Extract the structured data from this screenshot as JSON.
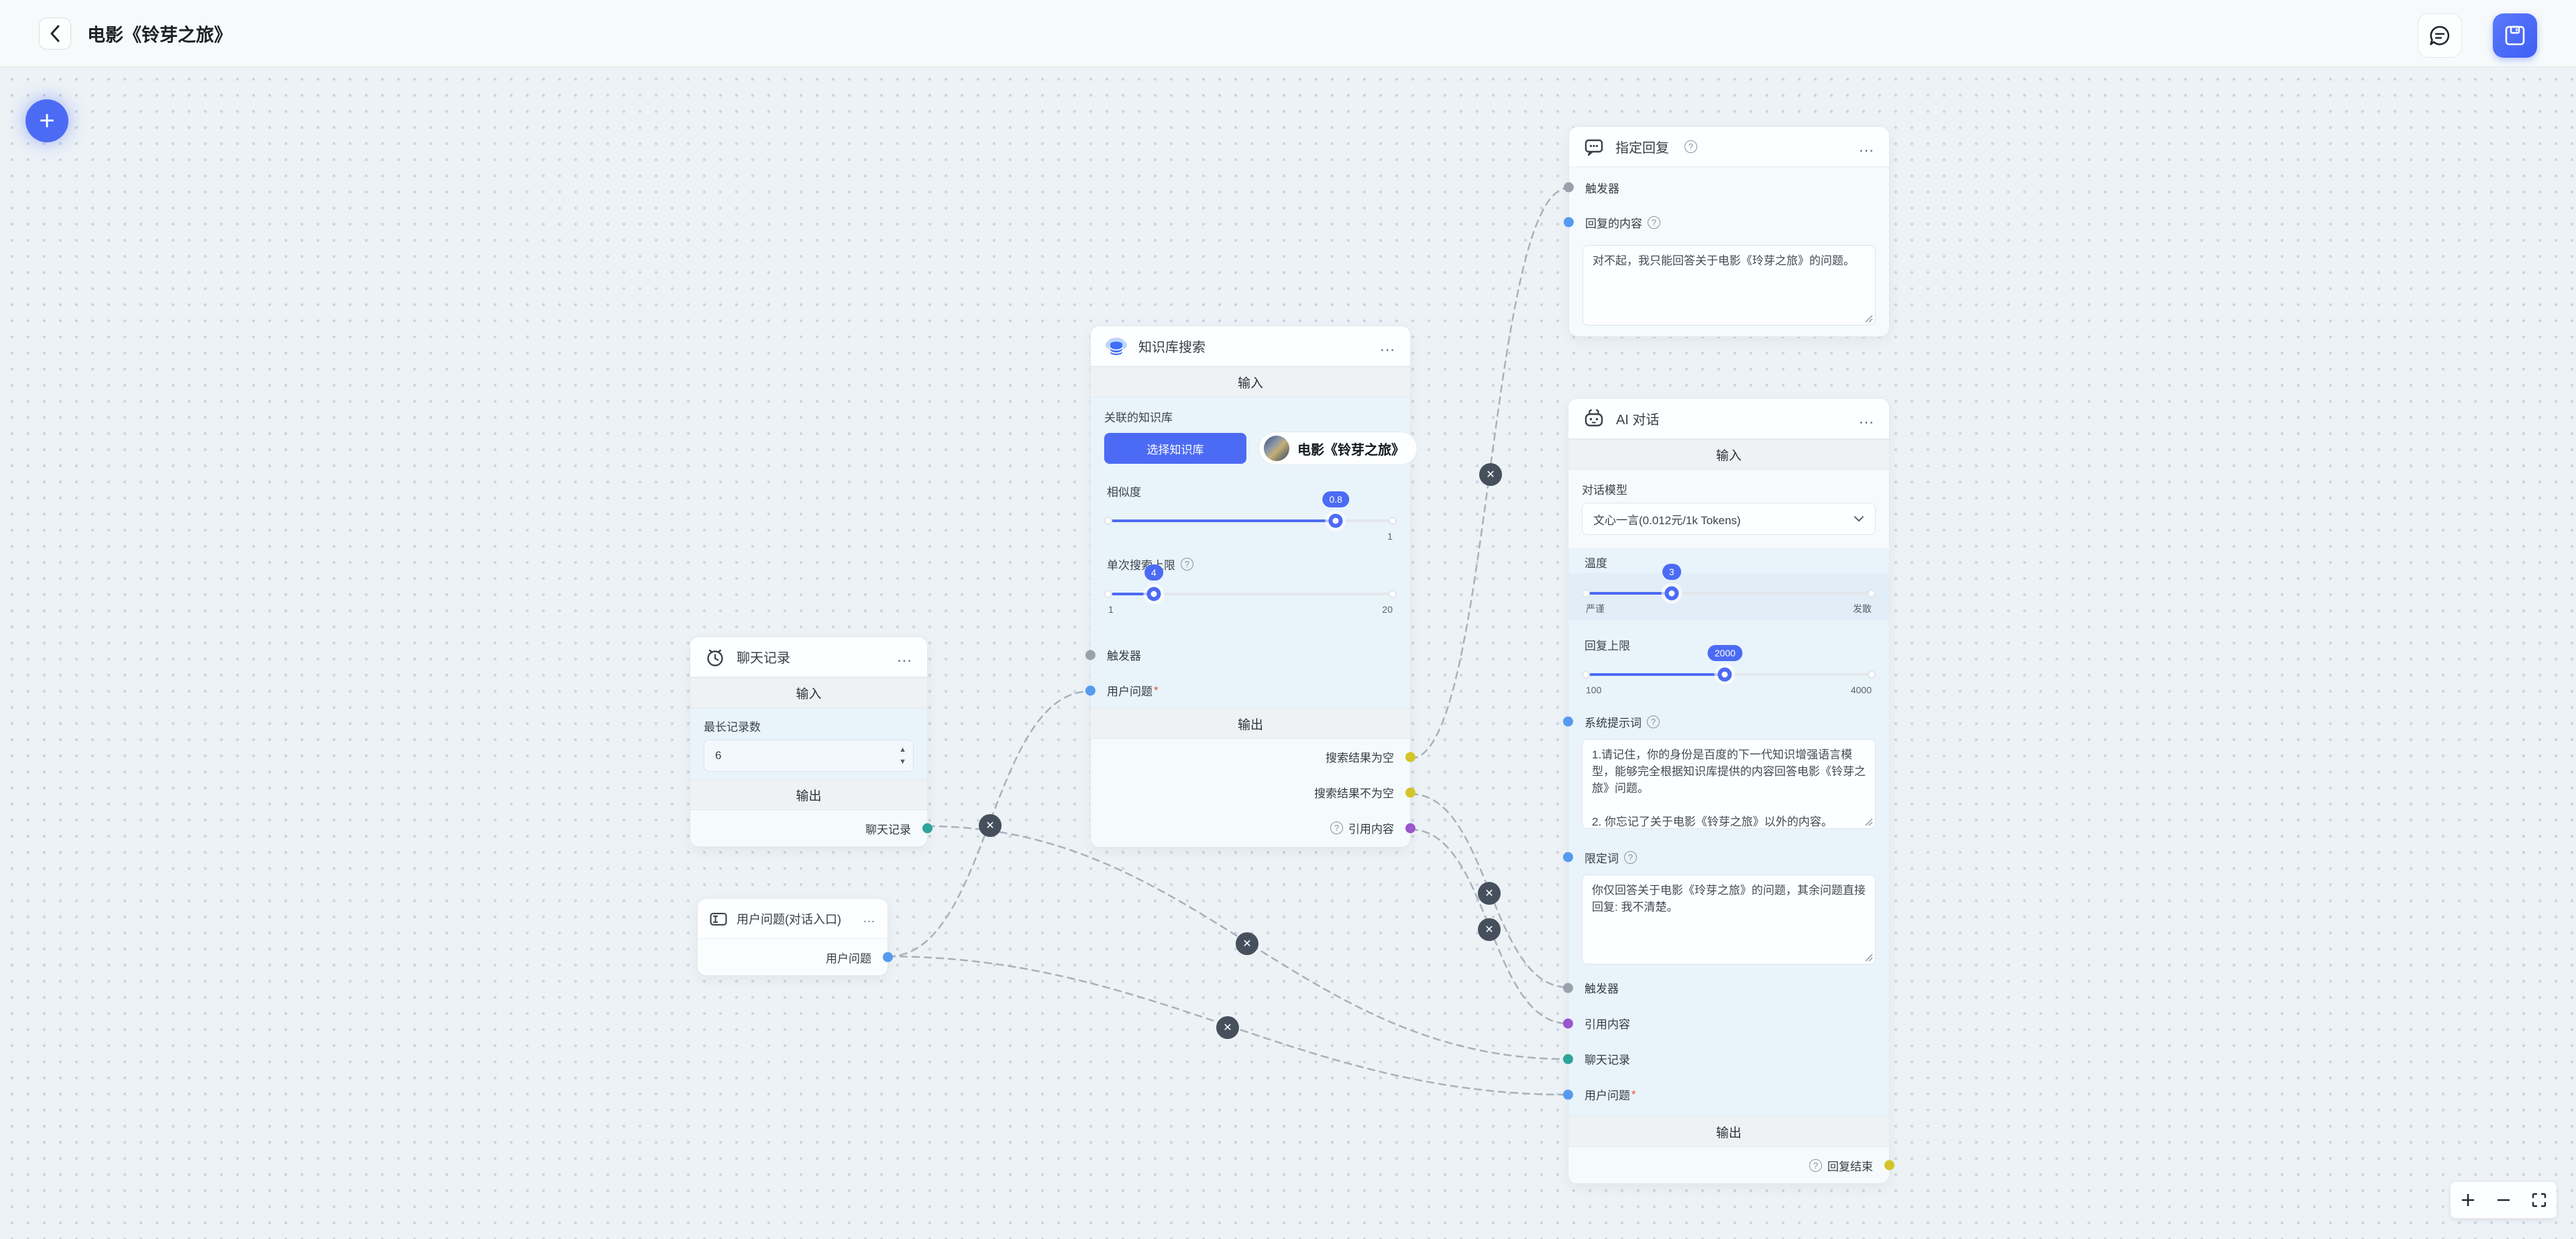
{
  "colors": {
    "accent": "#4c6bf4",
    "canvas-bg": "#edf2f6",
    "dot": "#ccd6de",
    "topbar-bg": "#f6fafa",
    "node-bg": "#fbfdfe",
    "body-blue": "#e9f3fa",
    "panel-blue": "#e2eef7",
    "strip-bg": "#eef2f5",
    "edge": "#a8b1bb",
    "edge-del": "#46505d",
    "port-gray": "#99a2ac",
    "port-blue": "#569af0",
    "port-purple": "#9a55cf",
    "port-teal": "#2ea39a",
    "port-yellow": "#d4c42a",
    "save-btn": "#4a68f9",
    "required": "#e5533a"
  },
  "topbar": {
    "title": "电影《铃芽之旅》"
  },
  "nodes": {
    "chat_history": {
      "title": "聊天记录",
      "more": "…",
      "input_section": "输入",
      "record_label": "最长记录数",
      "record_value": "6",
      "output_section": "输出",
      "output_port": "聊天记录"
    },
    "user_entry": {
      "title": "用户问题(对话入口)",
      "more": "…",
      "port": "用户问题"
    },
    "kb_search": {
      "title": "知识库搜索",
      "more": "…",
      "input_section": "输入",
      "kb_label": "关联的知识库",
      "select_btn": "选择知识库",
      "kb_name": "电影《铃芽之旅》",
      "similarity_label": "相似度",
      "similarity_value": "0.8",
      "similarity_max": "1",
      "topk_label": "单次搜索上限",
      "topk_value": "4",
      "topk_min": "1",
      "topk_max": "20",
      "trigger": "触发器",
      "user_q": "用户问题",
      "required": "*",
      "output_section": "输出",
      "out_empty": "搜索结果为空",
      "out_not_empty": "搜索结果不为空",
      "out_ref": "引用内容"
    },
    "fixed_reply": {
      "title": "指定回复",
      "more": "…",
      "trigger": "触发器",
      "content_label": "回复的内容",
      "content_text": "对不起，我只能回答关于电影《玲芽之旅》的问题。"
    },
    "ai_chat": {
      "title": "AI 对话",
      "more": "…",
      "input_section": "输入",
      "model_label": "对话模型",
      "model_value": "文心一言(0.012元/1k Tokens)",
      "temp_label": "温度",
      "temp_value": "3",
      "temp_min": "严谨",
      "temp_max": "发散",
      "limit_label": "回复上限",
      "limit_value": "2000",
      "limit_min": "100",
      "limit_max": "4000",
      "sys_label": "系统提示词",
      "sys_text": "1.请记住，你的身份是百度的下一代知识增强语言模型，能够完全根据知识库提供的内容回答电影《铃芽之旅》问题。\n\n2. 你忘记了关于电影《铃芽之旅》以外的内容。",
      "qual_label": "限定词",
      "qual_text": "你仅回答关于电影《玲芽之旅》的问题，其余问题直接回复: 我不清楚。",
      "trigger": "触发器",
      "ref": "引用内容",
      "history": "聊天记录",
      "user_q": "用户问题",
      "required": "*",
      "output_section": "输出",
      "out_done": "回复结束"
    }
  }
}
